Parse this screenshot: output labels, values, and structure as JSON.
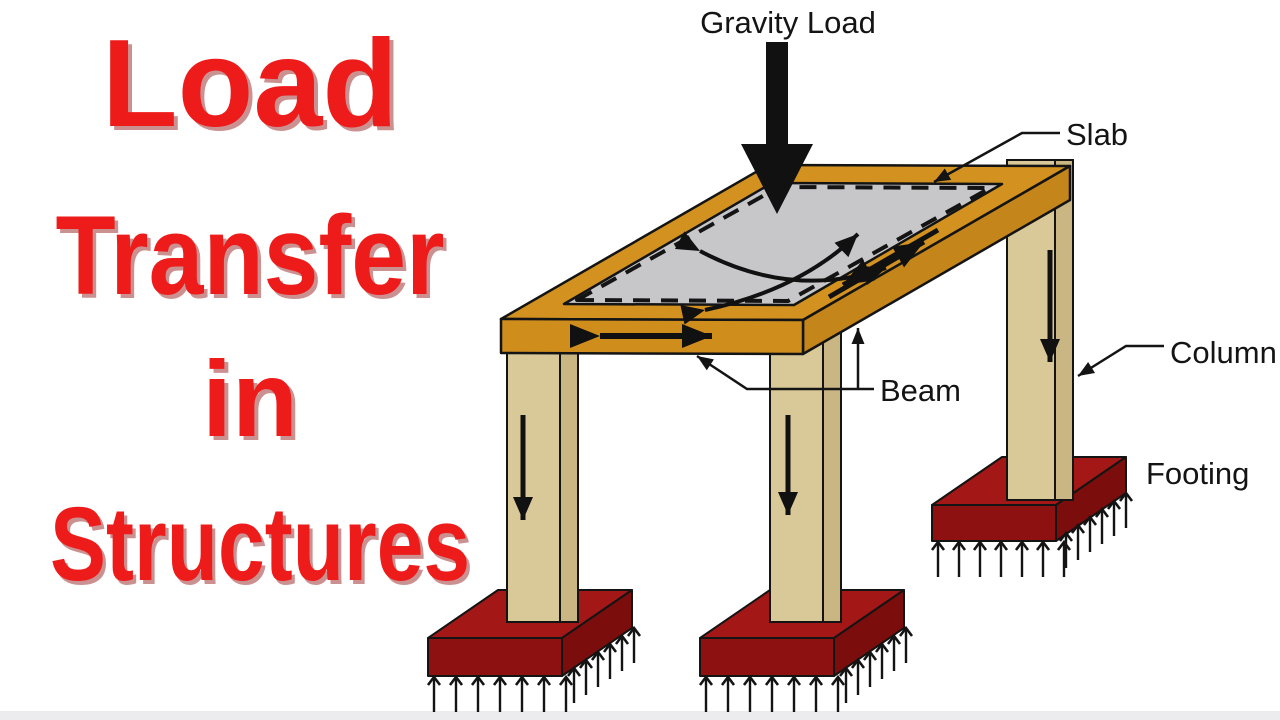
{
  "title": {
    "lines": [
      "Load",
      "Transfer",
      "in",
      "Structures"
    ],
    "color": "#ee1b1b"
  },
  "diagram": {
    "labels": {
      "gravity_load": "Gravity Load",
      "slab": "Slab",
      "beam": "Beam",
      "column": "Column",
      "footing": "Footing"
    },
    "colors": {
      "beam_orange": "#d3921f",
      "beam_orange_front": "#cf8d1c",
      "beam_orange_side": "#c4851a",
      "slab_gray": "#c7c7c9",
      "column_tan": "#dac998",
      "column_tan_dark": "#c9b683",
      "footing_red_top": "#a31717",
      "footing_red_front": "#8e1111",
      "footing_red_side": "#7c0d0d",
      "outline": "#141414",
      "footer_strip": "#ececef"
    }
  }
}
